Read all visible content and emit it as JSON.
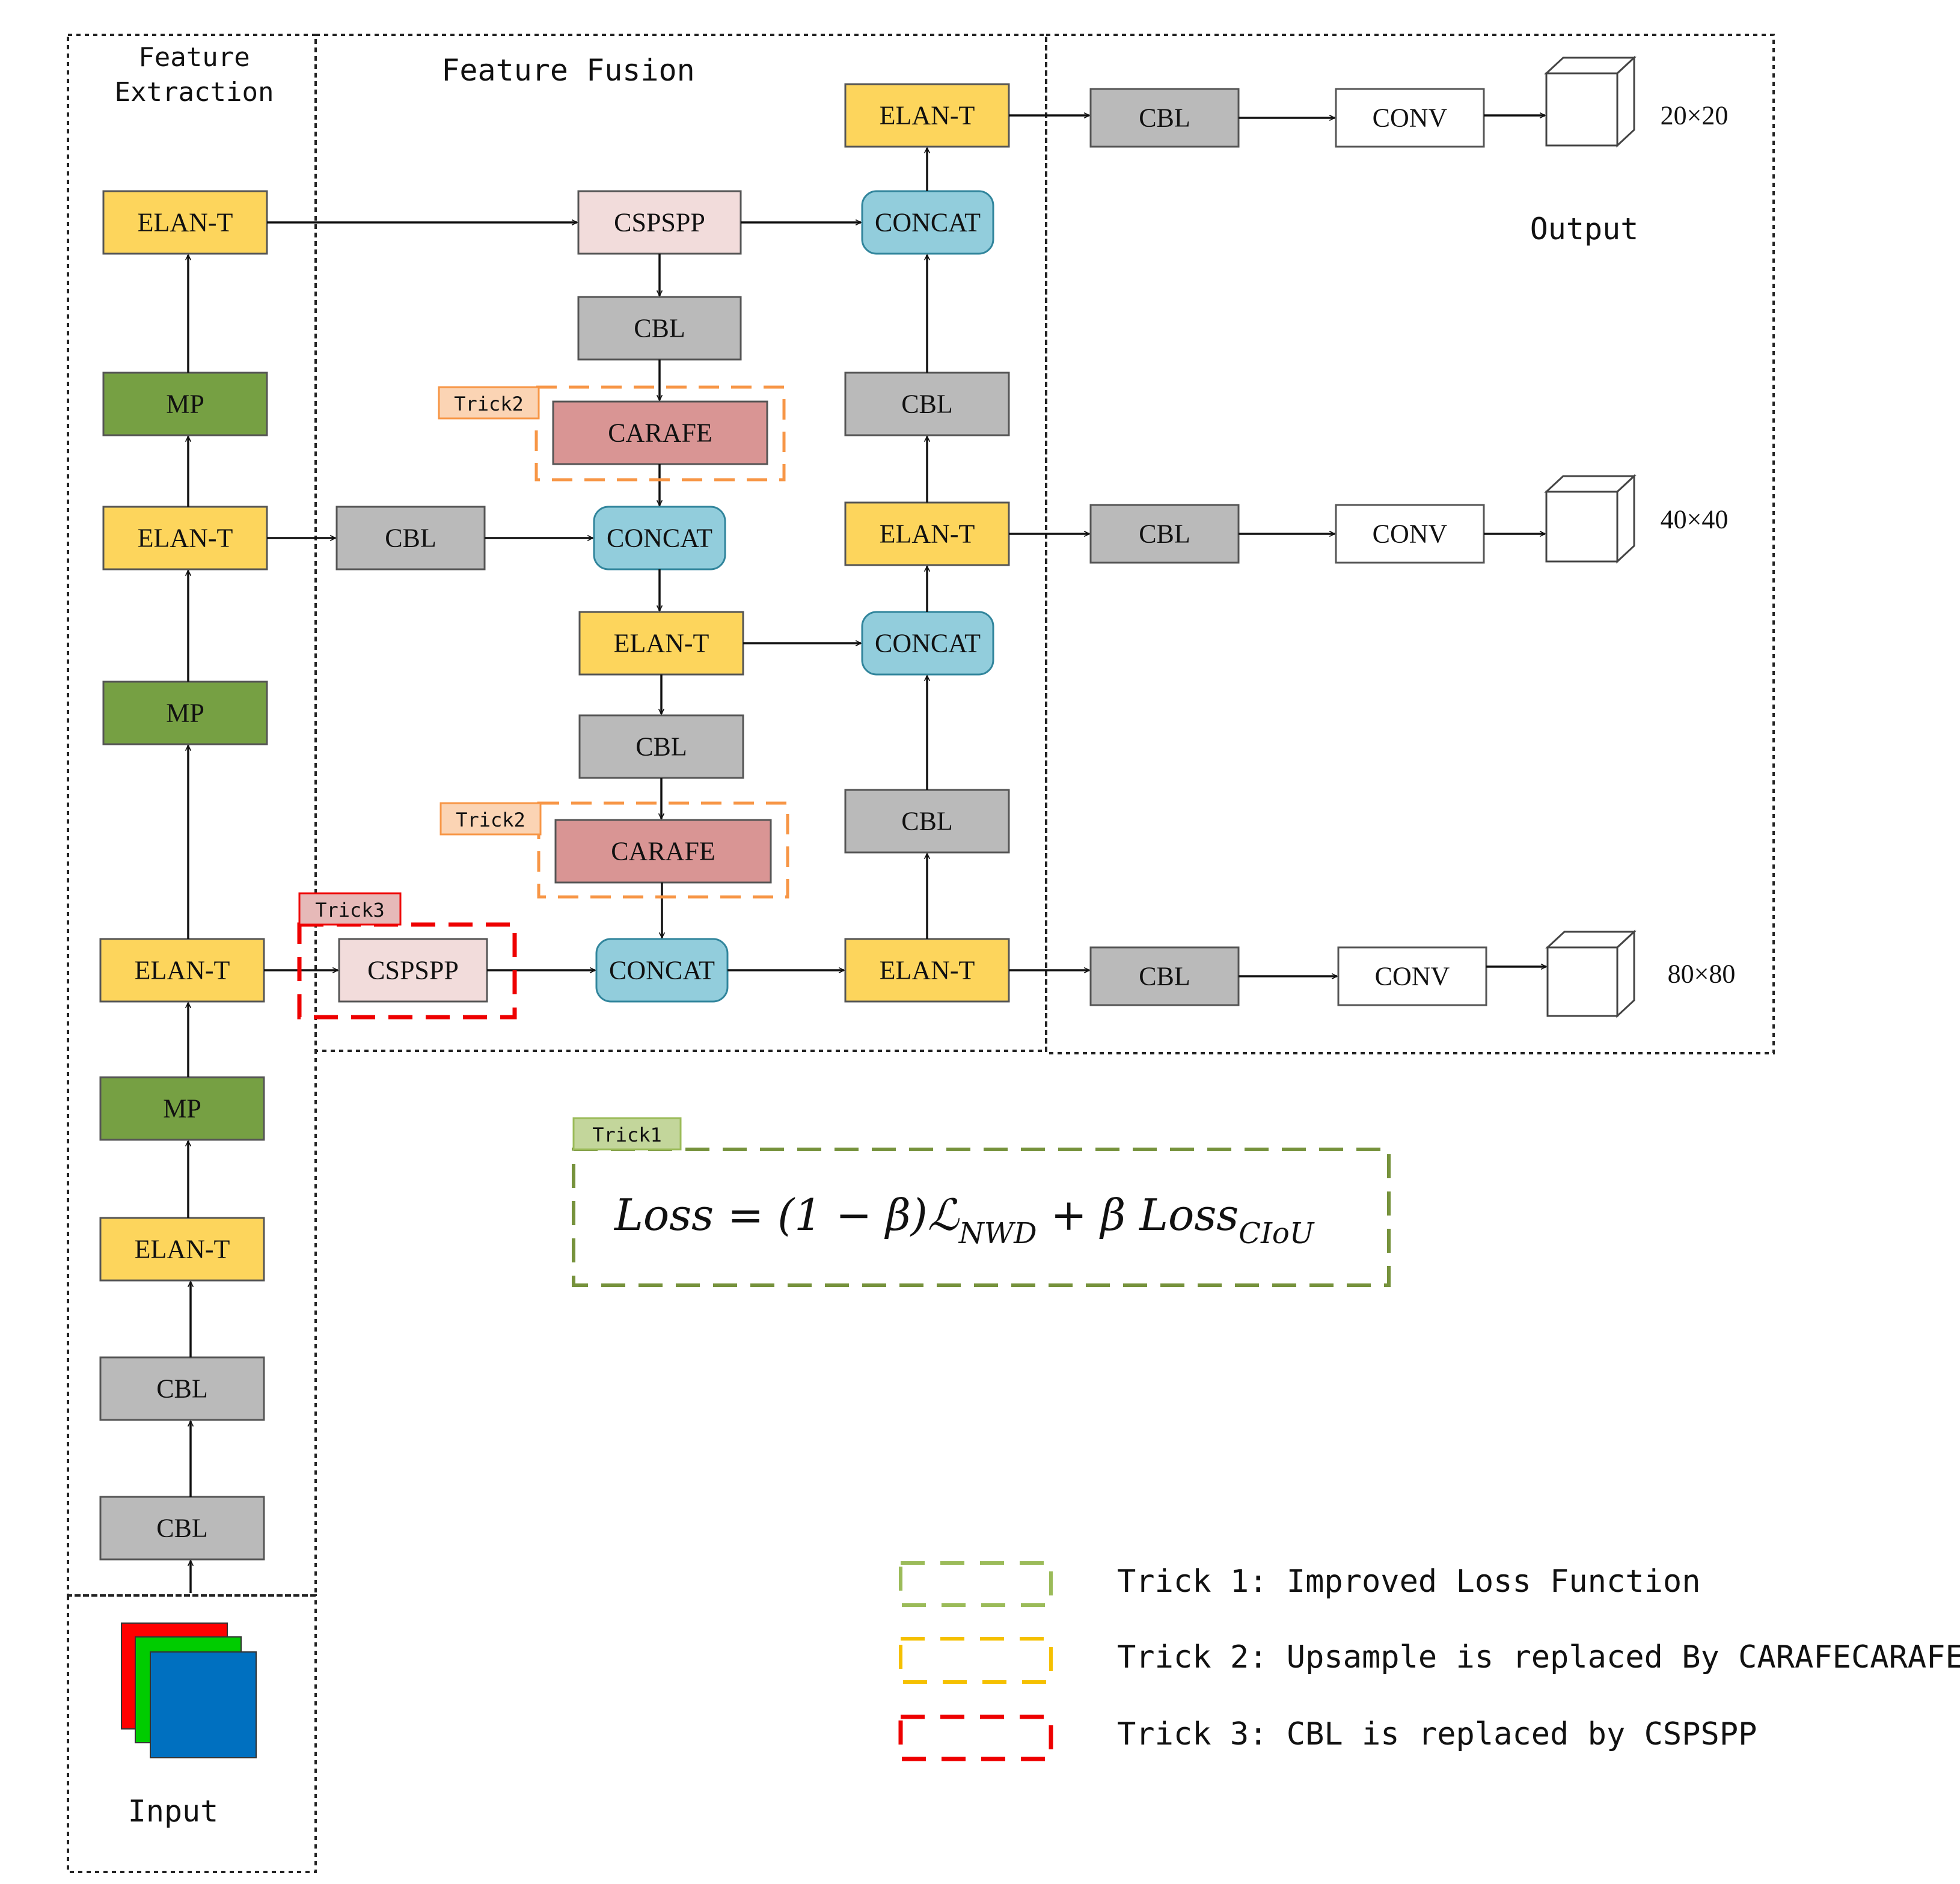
{
  "sections": {
    "feature_extraction": "Feature\nExtraction",
    "feature_extraction_l1": "Feature",
    "feature_extraction_l2": "Extraction",
    "feature_fusion": "Feature Fusion",
    "output": "Output",
    "input": "Input"
  },
  "backbone": {
    "cbl1": "CBL",
    "cbl2": "CBL",
    "elan1": "ELAN-T",
    "mp1": "MP",
    "elan2": "ELAN-T",
    "mp2": "MP",
    "elan3": "ELAN-T",
    "mp3": "MP",
    "elan4": "ELAN-T"
  },
  "neck": {
    "cspspp_top": "CSPSPP",
    "cbl_a": "CBL",
    "carafe_a": "CARAFE",
    "cbl_mid": "CBL",
    "concat_mid": "CONCAT",
    "elan_mid": "ELAN-T",
    "cbl_b": "CBL",
    "carafe_b": "CARAFE",
    "cspspp_bot": "CSPSPP",
    "concat_bot": "CONCAT",
    "elan_bot": "ELAN-T",
    "cbl_up1": "CBL",
    "concat_r2": "CONCAT",
    "elan_r2": "ELAN-T",
    "cbl_up2": "CBL",
    "concat_r1": "CONCAT",
    "elan_r1": "ELAN-T"
  },
  "head": {
    "rows": [
      {
        "cbl": "CBL",
        "conv": "CONV",
        "size": "20×20"
      },
      {
        "cbl": "CBL",
        "conv": "CONV",
        "size": "40×40"
      },
      {
        "cbl": "CBL",
        "conv": "CONV",
        "size": "80×80"
      }
    ]
  },
  "tricks": {
    "tag1": "Trick1",
    "tag2a": "Trick2",
    "tag2b": "Trick2",
    "tag3": "Trick3"
  },
  "formula": "Loss = (1 − β)ℒNWD + β LossCIoU",
  "formula_parts": {
    "lhs": "Loss = (1 − β)ℒ",
    "sub1": "NWD",
    "mid": " + β Loss",
    "sub2": "CIoU"
  },
  "legend": [
    {
      "text": "Trick 1: Improved Loss Function",
      "color": "#9BBB59"
    },
    {
      "text": "Trick 2: Upsample is replaced By CARAFECARAFE",
      "color": "#F5C000"
    },
    {
      "text": "Trick 3: CBL is replaced by CSPSPP",
      "color": "#EE0000"
    }
  ],
  "input_colors": [
    "#FF0000",
    "#00CC00",
    "#0070C0"
  ]
}
